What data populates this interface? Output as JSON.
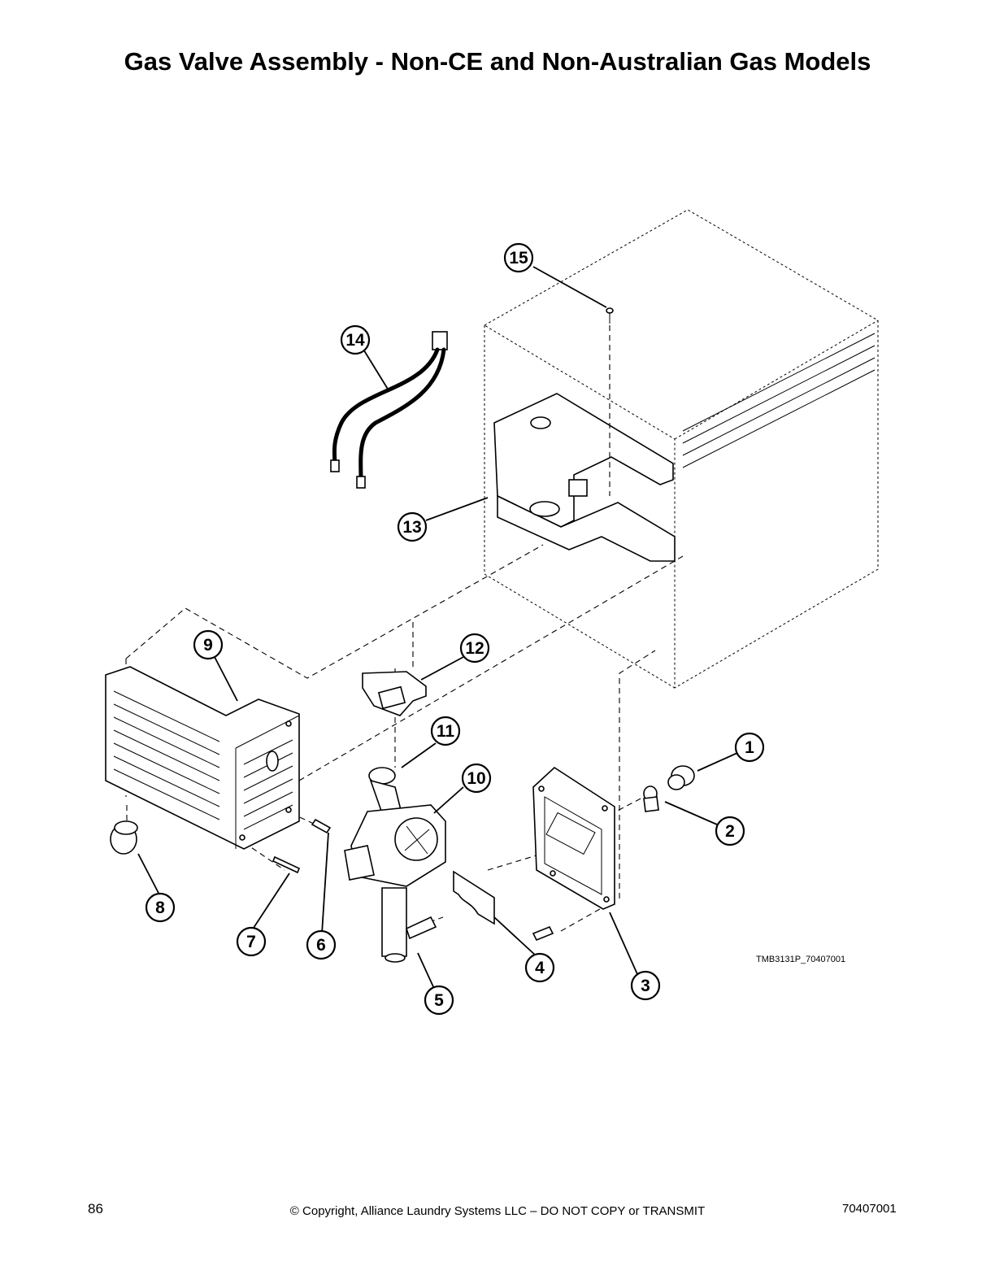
{
  "page": {
    "title": "Gas Valve Assembly - Non-CE and Non-Australian Gas Models",
    "reference_code": "TMB3131P_70407001",
    "page_number": "86",
    "copyright": "© Copyright, Alliance Laundry Systems LLC – DO NOT COPY or TRANSMIT",
    "document_number": "70407001"
  },
  "callouts": [
    "1",
    "2",
    "3",
    "4",
    "5",
    "6",
    "7",
    "8",
    "9",
    "10",
    "11",
    "12",
    "13",
    "14",
    "15"
  ]
}
